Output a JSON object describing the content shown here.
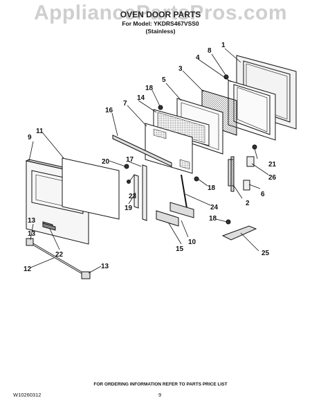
{
  "watermark": "AppliancePartsPros.com",
  "title": "OVEN DOOR PARTS",
  "model_line": "For Model: YKDRS467VSS0",
  "finish_line": "(Stainless)",
  "parts": [
    "1",
    "2",
    "3",
    "4",
    "5",
    "6",
    "7",
    "8",
    "9",
    "10",
    "11",
    "12",
    "13",
    "13",
    "13",
    "14",
    "15",
    "16",
    "17",
    "18",
    "18",
    "18",
    "19",
    "20",
    "21",
    "22",
    "23",
    "24",
    "25",
    "26"
  ],
  "footer_note": "FOR ORDERING INFORMATION REFER TO PARTS PRICE LIST",
  "document_number": "W10260312",
  "page_number": "9"
}
